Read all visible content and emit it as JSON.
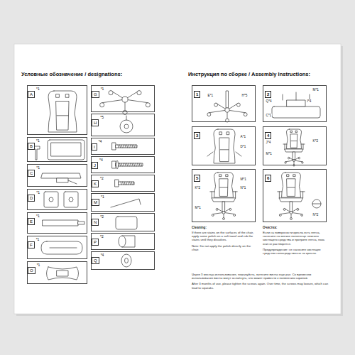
{
  "diagram": {
    "nodes": [
      {
        "text": [
          "Условные обозначение / designations:"
        ]
      },
      {
        "text": [
          "A",
          "*1"
        ],
        "in": 0
      },
      {
        "text": [
          "B",
          "*1"
        ],
        "in": 0
      },
      {
        "text": [
          "C",
          "*1"
        ],
        "in": 0
      },
      {
        "text": [
          "D",
          "*1"
        ],
        "in": 0
      },
      {
        "text": [
          "E",
          "*1"
        ],
        "in": 0
      },
      {
        "text": [
          "F",
          "*1"
        ],
        "in": 0
      },
      {
        "text": [
          "O",
          "*1"
        ],
        "in": 0
      },
      {
        "text": [
          "G",
          "*1"
        ],
        "in": 0
      },
      {
        "text": [
          "H",
          "*5"
        ],
        "in": 0
      },
      {
        "text": [
          "I",
          "*4"
        ],
        "in": 0
      },
      {
        "text": [
          "J",
          "*4"
        ],
        "in": 0
      },
      {
        "text": [
          "K",
          "*2"
        ],
        "in": 0
      },
      {
        "text": [
          "M",
          "*1"
        ],
        "in": 0
      },
      {
        "text": [
          "N",
          "*2"
        ],
        "in": 0
      },
      {
        "text": [
          "P",
          "*2"
        ],
        "in": 0
      },
      {
        "text": [
          "Q",
          "*4"
        ],
        "in": 0
      },
      {
        "text": [
          "Инструкция по сборке / Assembly Instructions:"
        ]
      },
      {
        "text": [
          "1"
        ],
        "in": 17
      },
      {
        "text": [
          "2"
        ],
        "in": 17
      },
      {
        "text": [
          "3"
        ],
        "in": 17
      },
      {
        "text": [
          "4"
        ],
        "in": 17
      },
      {
        "text": [
          "5"
        ],
        "in": 17
      },
      {
        "text": [
          "6"
        ],
        "in": 17
      }
    ],
    "labels": [
      "E*1",
      "H*5",
      "M*1",
      "Q*4",
      "I*4",
      "C*1",
      "A*1",
      "D*1",
      "J*4",
      "M*1",
      "K*2",
      "K*2",
      "M*1",
      "N*1",
      "M*1",
      "N*2",
      "Cleaning:",
      "If there are stains on the surfaces of the chair, apply some polish on a soft towel and rub the stains until they dissolves.",
      "Note: Do not apply the polish directly on the chair.",
      "Очистка:",
      "Если на поверхности кресла есть пятна, нанесите на мягкое полотенце немного чистящего средства и протрите пятна, пока они не растворятся.",
      "Предупреждение: не наносите чистящее средство непосредственно на кресло.",
      "Через 3 месяца использования, пожалуйста, затяните винты еще раз. Со временем использования винты могут ослабнуть, что может привести к появлению скрипов.",
      "After 3 months of use, please tighten the screws again. Over time, the screws may loosen, which can lead to squeaks."
    ]
  }
}
